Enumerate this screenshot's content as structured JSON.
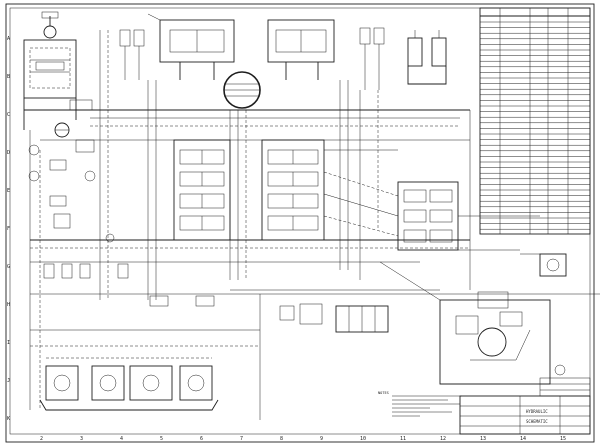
{
  "sheet": {
    "column_numbers": [
      "2",
      "3",
      "4",
      "5",
      "6",
      "7",
      "8",
      "9",
      "10",
      "11",
      "12",
      "13",
      "14",
      "15"
    ],
    "row_letters": [
      "A",
      "B",
      "C",
      "D",
      "E",
      "F",
      "G",
      "H",
      "I",
      "J",
      "K"
    ]
  },
  "notes": {
    "heading": "NOTES"
  },
  "title_block": {
    "line_1": "HYDRAULIC",
    "line_2": "SCHEMATIC"
  }
}
